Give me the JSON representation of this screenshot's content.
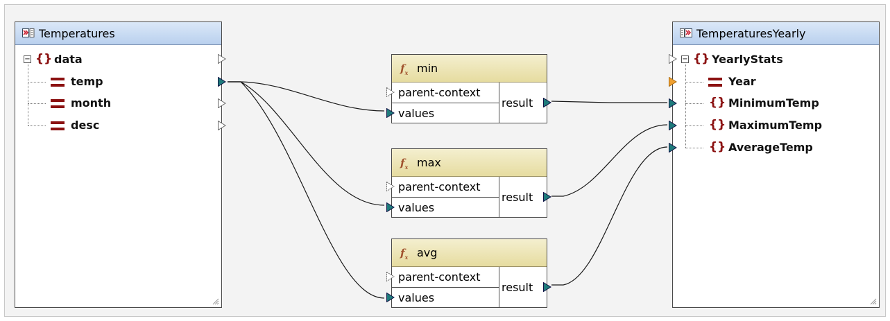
{
  "source_component": {
    "title": "Temperatures",
    "items": [
      "data",
      "temp",
      "month",
      "desc"
    ]
  },
  "target_component": {
    "title": "TemperaturesYearly",
    "items": [
      "YearlyStats",
      "Year",
      "MinimumTemp",
      "MaximumTemp",
      "AverageTemp"
    ]
  },
  "functions": [
    {
      "name": "min",
      "inputs": [
        "parent-context",
        "values"
      ],
      "output": "result"
    },
    {
      "name": "max",
      "inputs": [
        "parent-context",
        "values"
      ],
      "output": "result"
    },
    {
      "name": "avg",
      "inputs": [
        "parent-context",
        "values"
      ],
      "output": "result"
    }
  ],
  "colors": {
    "connected_port": "#1e7b7b",
    "target_port_required": "#f0a030",
    "element_icon": "#8b1111"
  }
}
